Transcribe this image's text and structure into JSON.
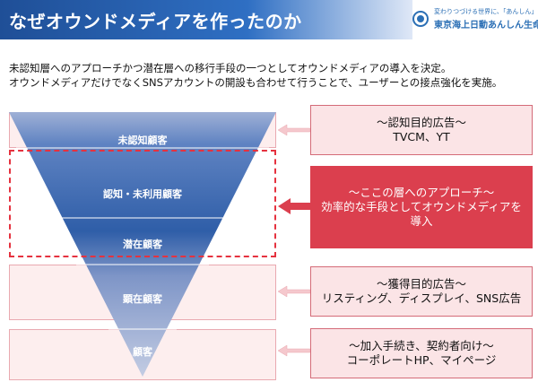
{
  "header": {
    "title": "なぜオウンドメディアを作ったのか",
    "logo_tagline": "変わりつづける世界に、「あんしん」を。",
    "logo_name": "東京海上日動あんしん生命",
    "accent": "#2b6fb5"
  },
  "intro": {
    "line1": "未認知層へのアプローチかつ潜在層への移行手段の一つとしてオウンドメディアの導入を決定。",
    "line2": "オウンドメディアだけでなくSNSアカウントの開設も合わせて行うことで、ユーザーとの接点強化を実施。"
  },
  "funnel": {
    "tiers": [
      {
        "label": "未認知顧客"
      },
      {
        "label": "認知・未利用顧客"
      },
      {
        "label": "潜在顧客"
      },
      {
        "label": "顕在顧客"
      },
      {
        "label": "顧客"
      }
    ]
  },
  "callouts": [
    {
      "line1": "～認知目的広告～",
      "line2": "TVCM、YT"
    },
    {
      "line1": "～ここの層へのアプローチ～",
      "line2": "効率的な手段としてオウンドメディアを",
      "line3": "導入"
    },
    {
      "line1": "～獲得目的広告～",
      "line2": "リスティング、ディスプレイ、SNS広告"
    },
    {
      "line1": "～加入手続き、契約者向け～",
      "line2": "コーポレートHP、マイページ"
    }
  ],
  "colors": {
    "funnel_dark": "#2f5ea8",
    "funnel_light": "#a9b7d6",
    "strong_callout": "#db3f4e",
    "light_callout": "#fbe4e6"
  }
}
